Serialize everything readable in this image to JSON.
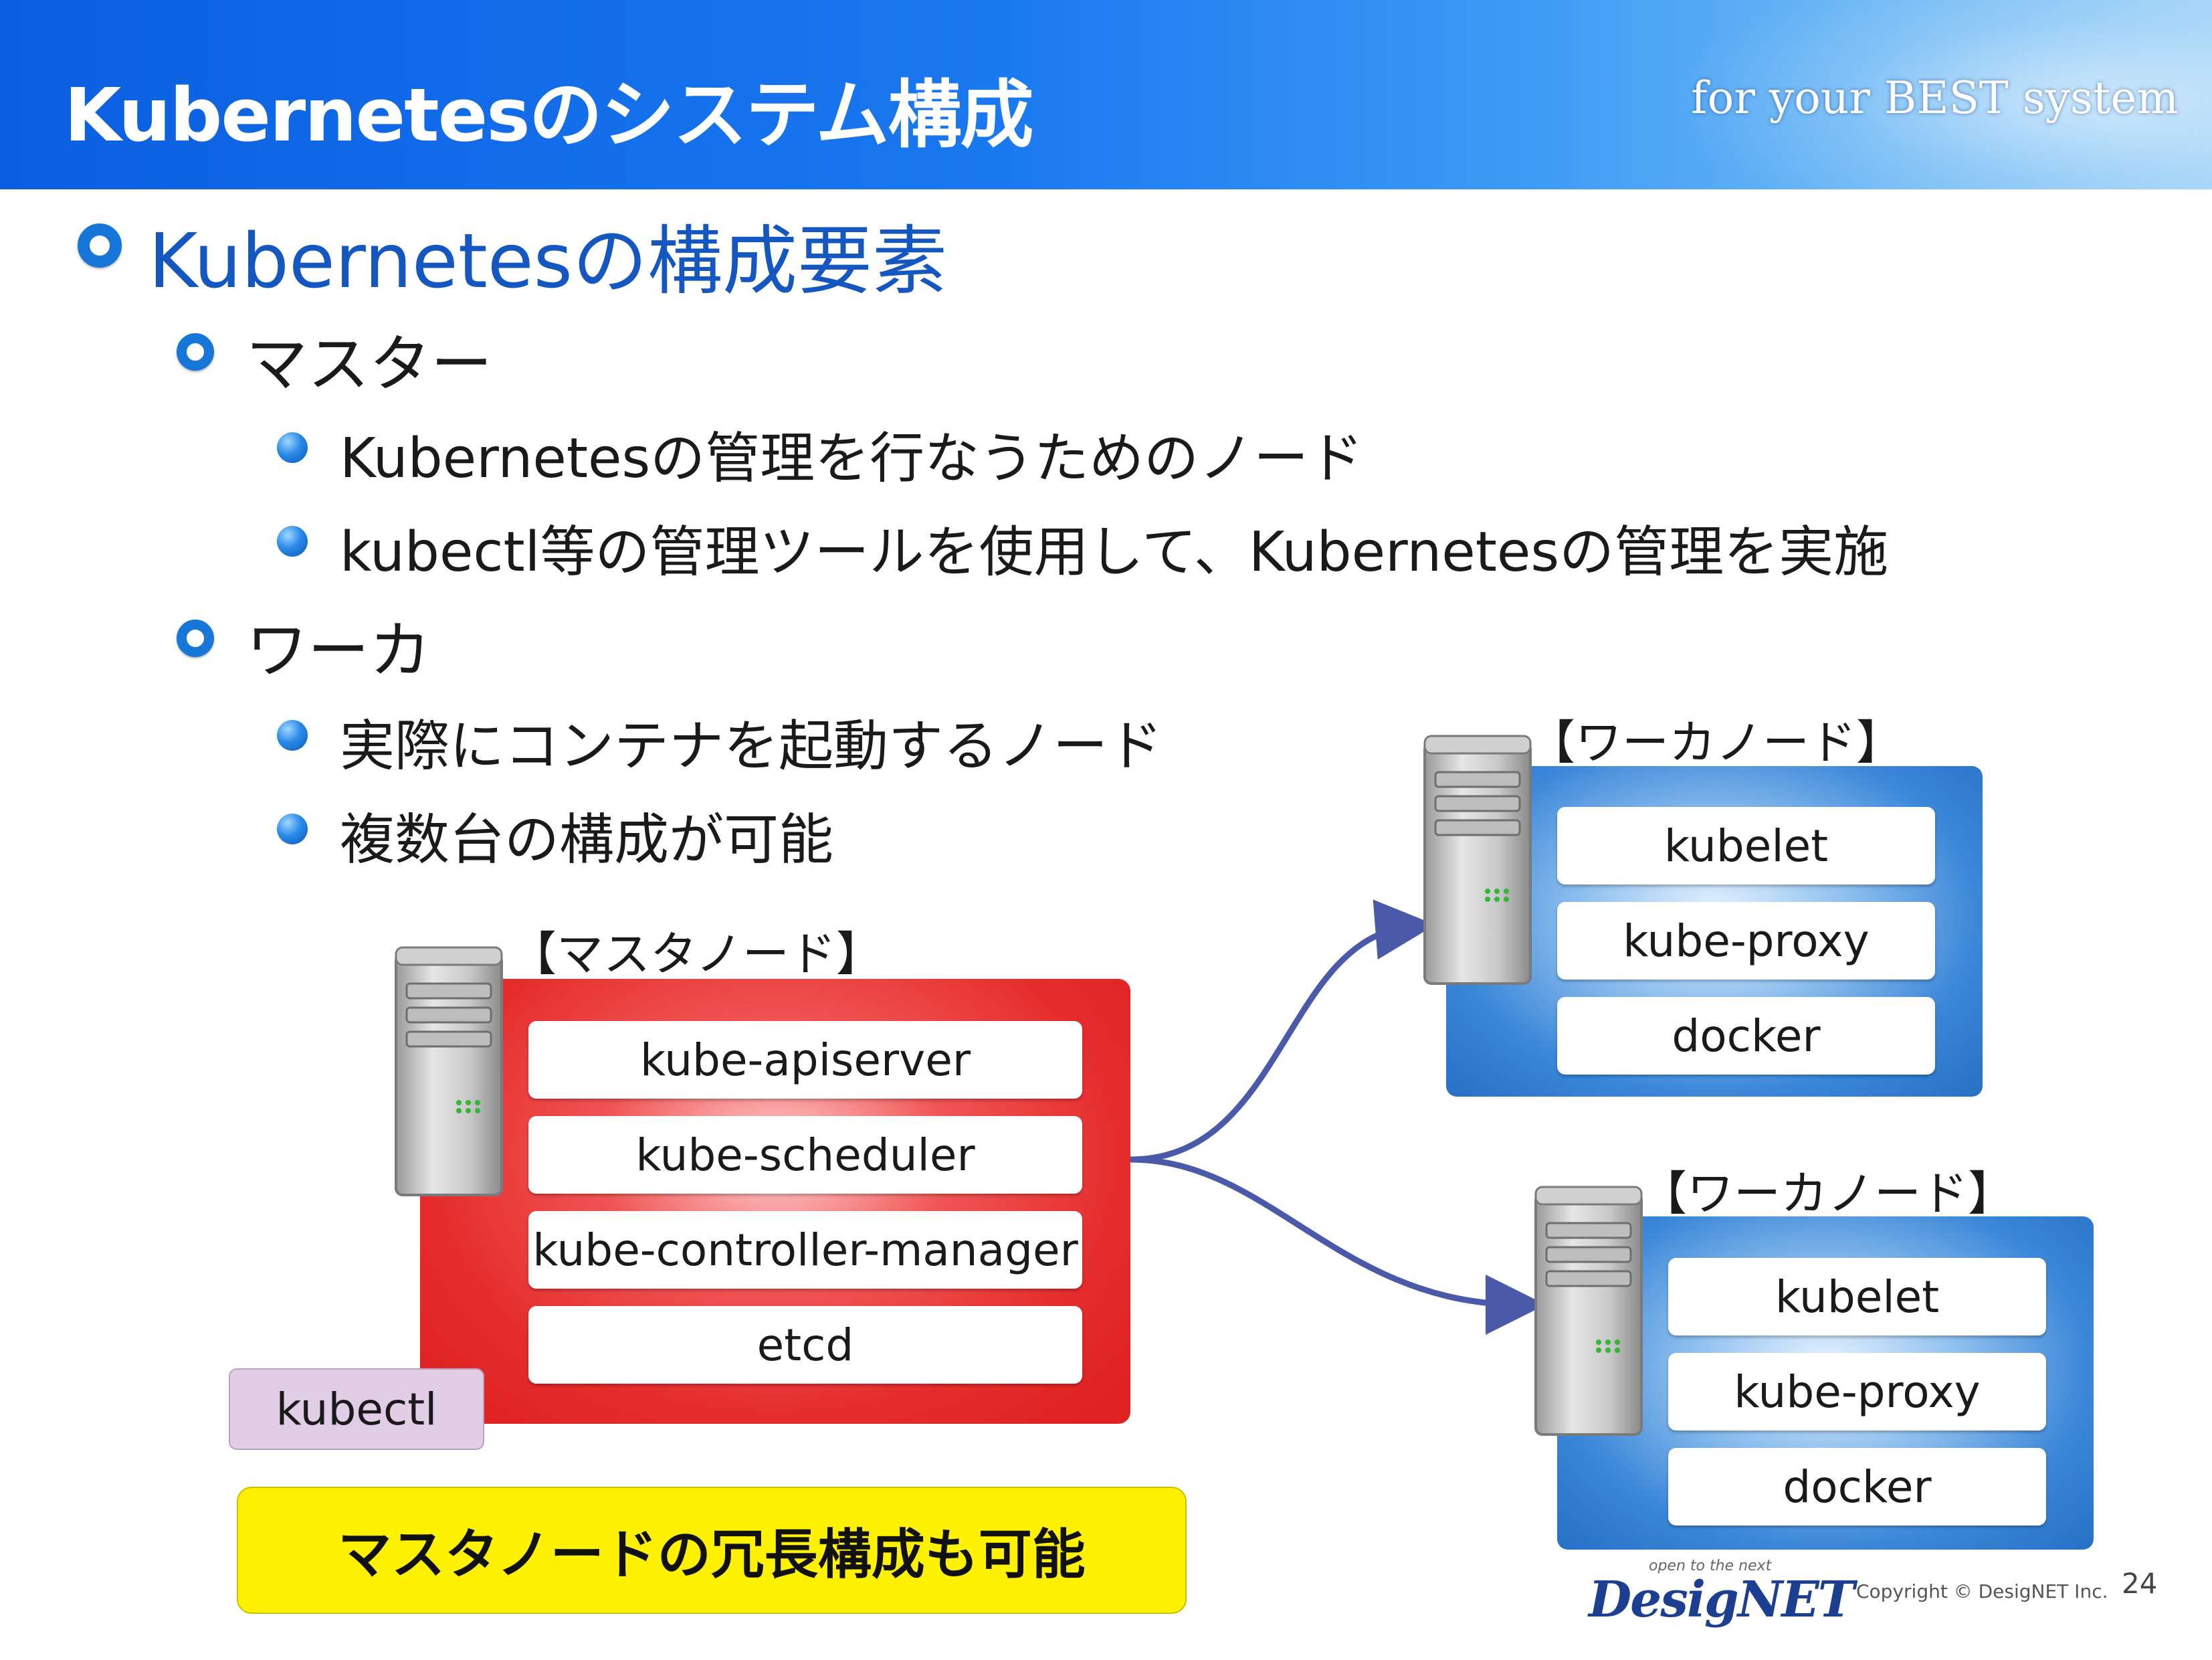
{
  "header": {
    "title": "Kubernetesのシステム構成",
    "tagline": "for your BEST system"
  },
  "outline": {
    "heading": "Kubernetesの構成要素",
    "master": {
      "label": "マスター",
      "items": [
        "Kubernetesの管理を行なうためのノード",
        "kubectl等の管理ツールを使用して、Kubernetesの管理を実施"
      ]
    },
    "worker": {
      "label": "ワーカ",
      "items": [
        "実際にコンテナを起動するノード",
        "複数台の構成が可能"
      ]
    }
  },
  "diagram": {
    "master_node": {
      "label": "【マスタノード】",
      "components": [
        "kube-apiserver",
        "kube-scheduler",
        "kube-controller-manager",
        "etcd"
      ]
    },
    "kubectl": "kubectl",
    "worker_nodes": [
      {
        "label": "【ワーカノード】",
        "components": [
          "kubelet",
          "kube-proxy",
          "docker"
        ]
      },
      {
        "label": "【ワーカノード】",
        "components": [
          "kubelet",
          "kube-proxy",
          "docker"
        ]
      }
    ],
    "note": "マスタノードの冗長構成も可能",
    "arrow_color": "#4a5aa8",
    "master_color": "#e52b2b",
    "worker_color": "#2f7ad0"
  },
  "footer": {
    "logo_tagline": "open to the next",
    "logo": "DesigNET",
    "copyright": "Copyright © DesigNET Inc.",
    "page_number": "24"
  }
}
